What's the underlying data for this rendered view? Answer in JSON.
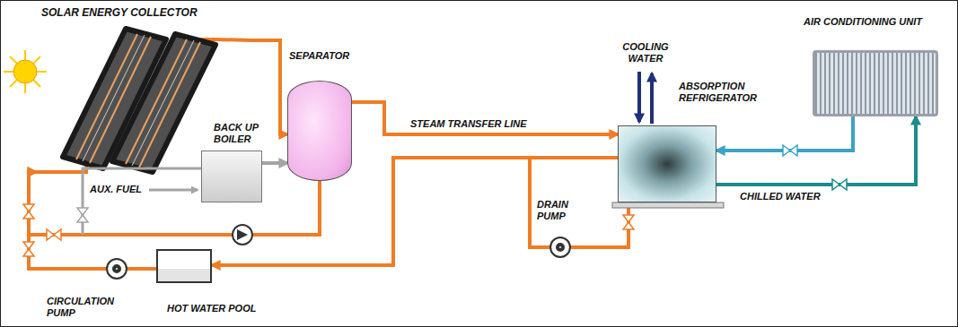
{
  "diagram": {
    "nodes": [
      {
        "text": [
          "SOLAR ENERGY COLLECTOR"
        ]
      },
      {
        "text": [
          "BACK UP BOILER"
        ]
      },
      {
        "text": [
          "SEPARATOR"
        ]
      },
      {
        "text": [
          "ABSORPTION REFRIGERATOR"
        ]
      },
      {
        "text": [
          "AIR CONDITIONING UNIT"
        ]
      },
      {
        "text": [
          "HOT WATER POOL"
        ]
      },
      {
        "text": [
          "CIRCULATION PUMP"
        ]
      },
      {
        "text": [
          "DRAIN PUMP"
        ]
      }
    ],
    "edges": [
      {
        "from": 0,
        "to": 2,
        "arrow": "to"
      },
      {
        "from": 1,
        "to": 2,
        "arrow": "to"
      },
      {
        "from": 2,
        "to": 3,
        "label": "STEAM TRANSFER LINE",
        "arrow": "to"
      },
      {
        "from": 3,
        "to": 7,
        "arrow": "none"
      },
      {
        "from": 7,
        "to": 5,
        "arrow": "to"
      },
      {
        "from": 5,
        "to": 6,
        "arrow": "none"
      },
      {
        "from": 6,
        "to": 0,
        "arrow": "to"
      },
      {
        "from": 2,
        "to": 0,
        "arrow": "to"
      },
      {
        "from": 3,
        "to": 4,
        "label": "CHILLED WATER",
        "arrow": "to"
      },
      {
        "from": 4,
        "to": 3,
        "arrow": "to"
      }
    ],
    "labels": [
      "AUX. FUEL",
      "COOLING WATER"
    ]
  }
}
